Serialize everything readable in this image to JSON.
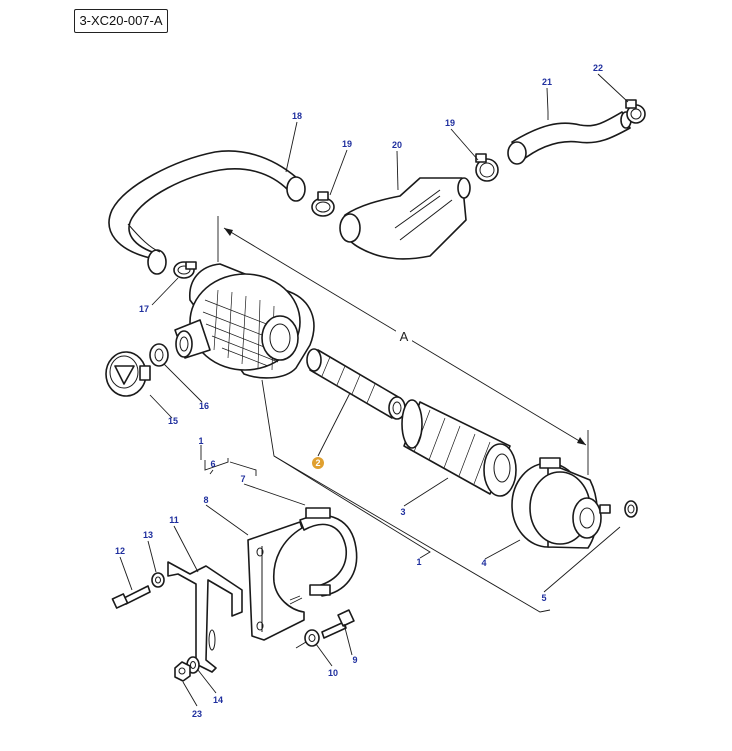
{
  "diagram": {
    "title": "3-XC20-007-A",
    "dimension_label": "A",
    "highlight_color": "#e0a030",
    "callout_color": "#1f2f9e"
  },
  "callouts": [
    {
      "id": "c18",
      "label": "18"
    },
    {
      "id": "c19a",
      "label": "19"
    },
    {
      "id": "c20",
      "label": "20"
    },
    {
      "id": "c19b",
      "label": "19"
    },
    {
      "id": "c21",
      "label": "21"
    },
    {
      "id": "c22",
      "label": "22"
    },
    {
      "id": "c17",
      "label": "17"
    },
    {
      "id": "c15",
      "label": "15"
    },
    {
      "id": "c16",
      "label": "16"
    },
    {
      "id": "c2",
      "label": "2"
    },
    {
      "id": "c3",
      "label": "3"
    },
    {
      "id": "c4",
      "label": "4"
    },
    {
      "id": "c5",
      "label": "5"
    },
    {
      "id": "c1a",
      "label": "1"
    },
    {
      "id": "c1b",
      "label": "1"
    },
    {
      "id": "c6",
      "label": "6"
    },
    {
      "id": "c7",
      "label": "7"
    },
    {
      "id": "c8",
      "label": "8"
    },
    {
      "id": "c11",
      "label": "11"
    },
    {
      "id": "c13",
      "label": "13"
    },
    {
      "id": "c12",
      "label": "12"
    },
    {
      "id": "c9",
      "label": "9"
    },
    {
      "id": "c10",
      "label": "10"
    },
    {
      "id": "c14",
      "label": "14"
    },
    {
      "id": "c23",
      "label": "23"
    }
  ]
}
